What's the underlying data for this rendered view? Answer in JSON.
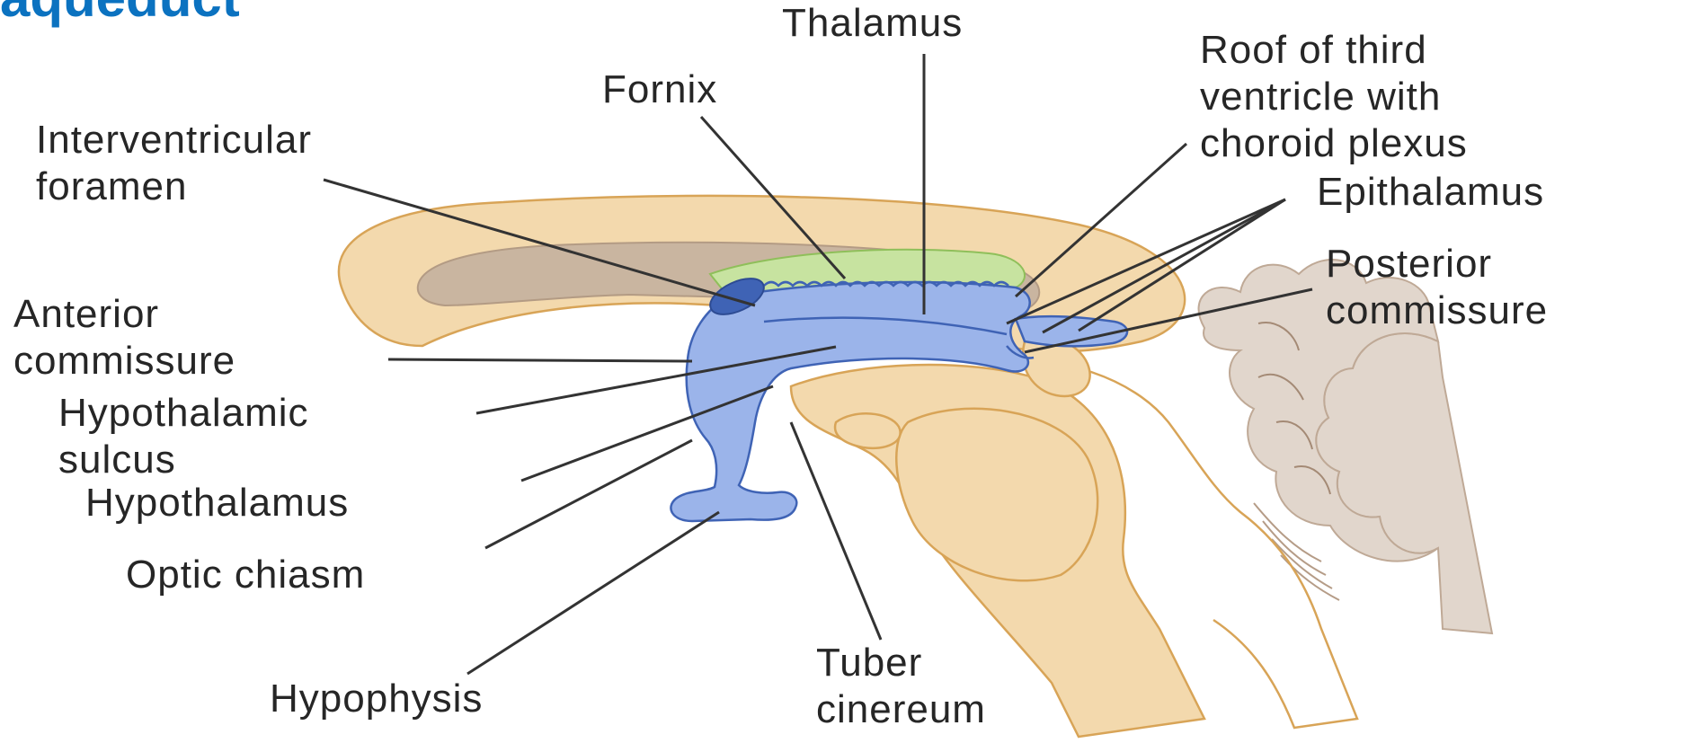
{
  "colors": {
    "title": "#0b72c0",
    "text": "#262626",
    "leader_line": "#333333",
    "brain_tan": "#f3d9ad",
    "tan_outline": "#d8a457",
    "ventricle_brown": "#c9b5a0",
    "fornix_green": "#c7e3a0",
    "diencephalon_blue": "#9bb4ea",
    "blue_outline": "#3f63b5",
    "cerebellum_gray": "#e1d6cc"
  },
  "title": "aqueduct",
  "labels": {
    "thalamus": "Thalamus",
    "fornix": "Fornix",
    "roof_third_ventricle": "Roof of third\nventricle with\nchoroid plexus",
    "interventricular_foramen": "Interventricular\nforamen",
    "epithalamus": "Epithalamus",
    "posterior_commissure": "Posterior\ncommissure",
    "anterior_commissure": "Anterior\ncommissure",
    "hypothalamic_sulcus": "Hypothalamic\nsulcus",
    "hypothalamus": "Hypothalamus",
    "optic_chiasm": "Optic chiasm",
    "hypophysis": "Hypophysis",
    "tuber_cinereum": "Tuber\ncinereum"
  }
}
